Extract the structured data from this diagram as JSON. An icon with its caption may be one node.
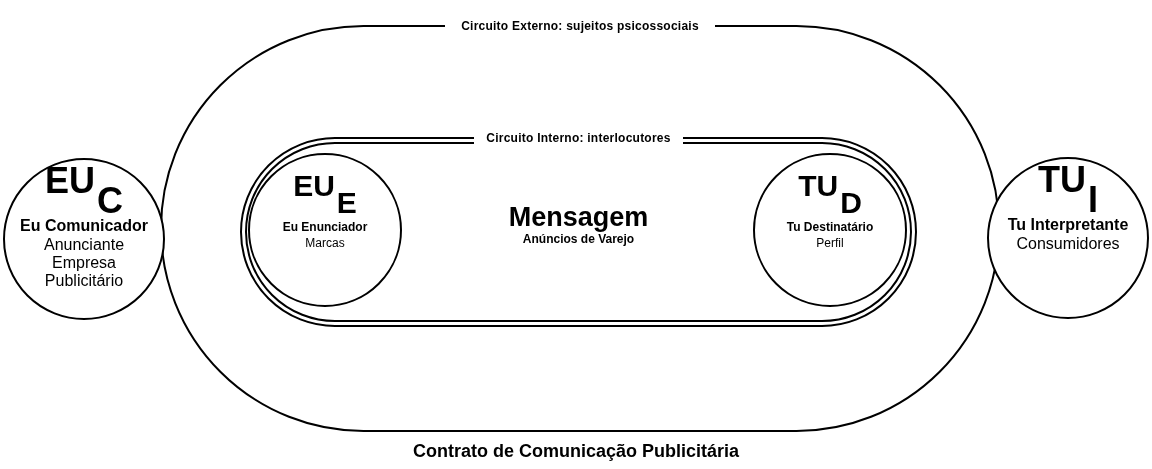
{
  "diagram": {
    "caption": "Contrato de Comunicação Publicitária",
    "nodes": [
      {
        "text": [
          "Circuito Externo: sujeitos psicossociais"
        ]
      },
      {
        "text": [
          "EU$_{C}$",
          "Eu Comunicador",
          "Anunciante Empresa Publicitário"
        ]
      },
      {
        "text": [
          "Circuito Interno: interlocutores",
          "Mensagem",
          "Anúncios de Varejo"
        ],
        "in": 0
      },
      {
        "text": [
          "EU$_{E}$",
          "Eu Enunciador",
          "Marcas"
        ],
        "in": 2
      },
      {
        "text": [
          "TU$_{D}$",
          "Tu Destinatário",
          "Perfil"
        ],
        "in": 2
      },
      {
        "text": [
          "TU$_{I}$",
          "Tu Interpretante",
          "Consumidores"
        ]
      }
    ],
    "edges": []
  }
}
